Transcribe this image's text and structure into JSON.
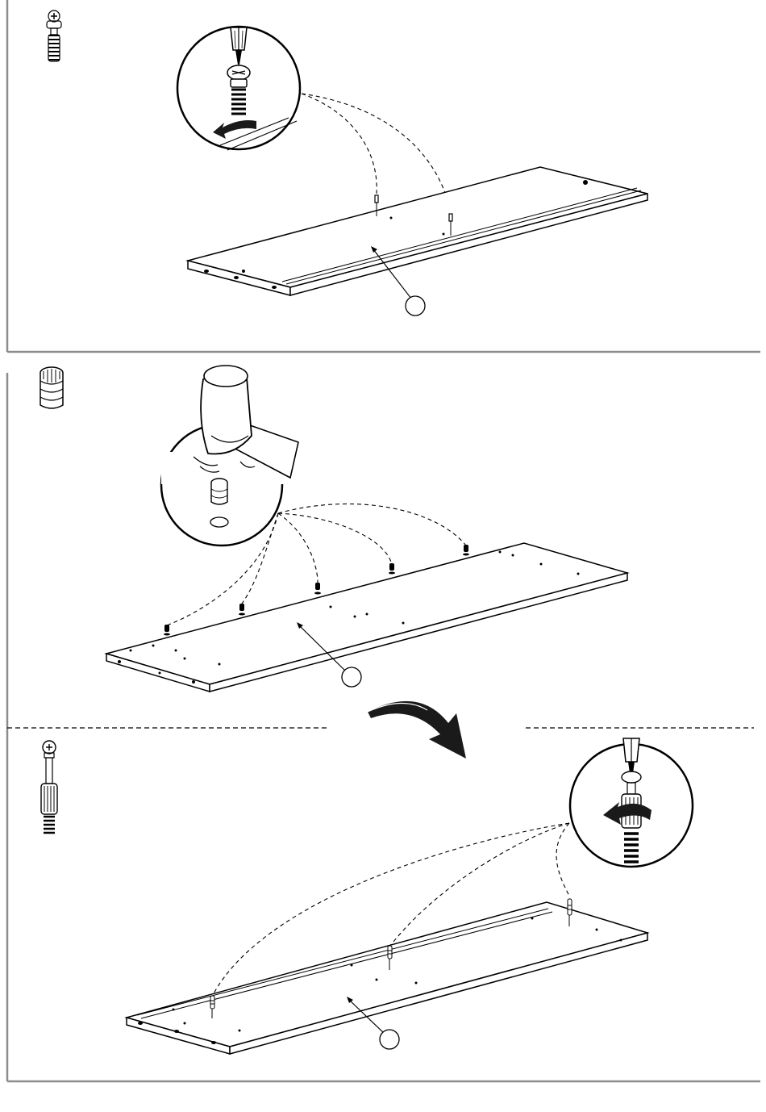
{
  "title": "",
  "steps": [
    {
      "part_icon": "cam-bolt-icon",
      "detail_icon": "screwdriver-icon",
      "tool_action": "screw-in",
      "callouts": 1
    },
    {
      "part_icon": "dowel-icon",
      "detail_icon": "hammer-icon",
      "tool_action": "tap-in",
      "callouts": 1
    },
    {
      "part_icon": "connector-bolt-icon",
      "detail_icon": "screwdriver-icon",
      "tool_action": "screw-in",
      "callouts": 1
    }
  ],
  "colors": {
    "line": "#000000",
    "frame": "#8c8c8c",
    "fill": "#ffffff",
    "dark": "#1a1a1a"
  }
}
